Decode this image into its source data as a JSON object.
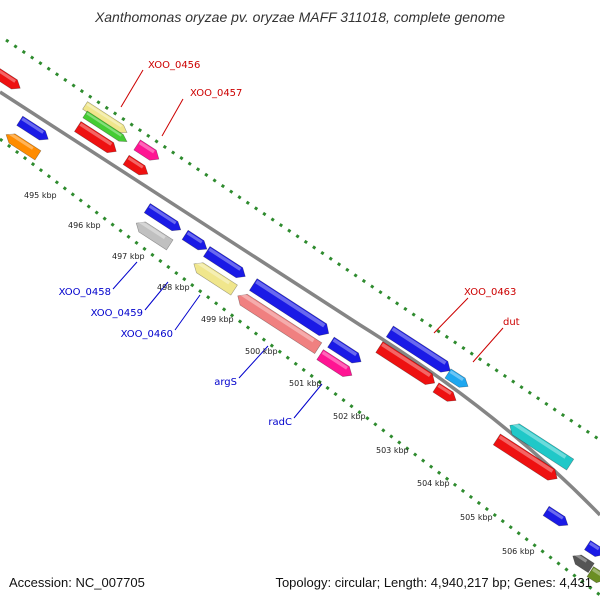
{
  "title": "Xanthomonas oryzae pv. oryzae MAFF 311018, complete genome",
  "footer": {
    "accession": "Accession: NC_007705",
    "stats": "Topology: circular; Length: 4,940,217 bp; Genes: 4,431"
  },
  "colors": {
    "backbone": "#858585",
    "ruler": "#2e8b2e",
    "label_top_strand": "#cc0000",
    "label_bottom_strand": "#0000cc"
  },
  "ticks": [
    "495 kbp",
    "496 kbp",
    "497 kbp",
    "498 kbp",
    "499 kbp",
    "500 kbp",
    "501 kbp",
    "502 kbp",
    "503 kbp",
    "504 kbp",
    "505 kbp",
    "506 kbp"
  ],
  "gene_labels": [
    {
      "text": "XOO_0456",
      "strand": "top"
    },
    {
      "text": "XOO_0457",
      "strand": "top"
    },
    {
      "text": "XOO_0458",
      "strand": "bottom"
    },
    {
      "text": "XOO_0459",
      "strand": "bottom"
    },
    {
      "text": "XOO_0460",
      "strand": "bottom"
    },
    {
      "text": "argS",
      "strand": "bottom"
    },
    {
      "text": "radC",
      "strand": "bottom"
    },
    {
      "text": "XOO_0463",
      "strand": "top"
    },
    {
      "text": "dut",
      "strand": "top"
    }
  ],
  "features": [
    {
      "name": "feature-red-1",
      "color": "#ee1111"
    },
    {
      "name": "feature-blue-1",
      "color": "#1a1ae6"
    },
    {
      "name": "feature-orange-1",
      "color": "#ff8c00"
    },
    {
      "name": "feature-khaki-1",
      "color": "#f0e68c"
    },
    {
      "name": "feature-green-1",
      "color": "#44cc33"
    },
    {
      "name": "feature-red-2",
      "color": "#ee1111"
    },
    {
      "name": "feature-pink-1",
      "color": "#ff1493"
    },
    {
      "name": "feature-red-3",
      "color": "#ee1111"
    },
    {
      "name": "feature-blue-2",
      "color": "#1a1ae6"
    },
    {
      "name": "feature-silver-1",
      "color": "#c0c0c0"
    },
    {
      "name": "feature-blue-3",
      "color": "#1a1ae6"
    },
    {
      "name": "feature-blue-4",
      "color": "#1a1ae6"
    },
    {
      "name": "feature-khaki-2",
      "color": "#f0e68c"
    },
    {
      "name": "feature-blue-5",
      "color": "#1a1ae6"
    },
    {
      "name": "feature-salmon-1",
      "color": "#f08080"
    },
    {
      "name": "feature-blue-6",
      "color": "#1a1ae6"
    },
    {
      "name": "feature-pink-2",
      "color": "#ff1493"
    },
    {
      "name": "feature-blue-7",
      "color": "#1a1ae6"
    },
    {
      "name": "feature-red-4",
      "color": "#ee1111"
    },
    {
      "name": "feature-skyblue-1",
      "color": "#1ea7f0"
    },
    {
      "name": "feature-red-5",
      "color": "#ee1111"
    },
    {
      "name": "feature-teal-1",
      "color": "#20c8c8"
    },
    {
      "name": "feature-red-6",
      "color": "#ee1111"
    },
    {
      "name": "feature-blue-8",
      "color": "#1a1ae6"
    },
    {
      "name": "feature-gray-1",
      "color": "#555555"
    },
    {
      "name": "feature-blue-9",
      "color": "#1a1ae6"
    },
    {
      "name": "feature-olive-1",
      "color": "#6b8e23"
    }
  ]
}
